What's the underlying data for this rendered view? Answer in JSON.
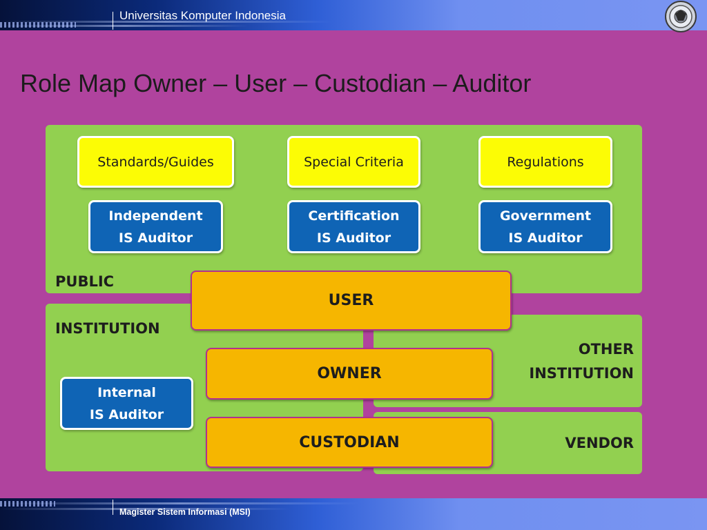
{
  "header": {
    "institution": "Universitas Komputer Indonesia"
  },
  "footer": {
    "program": "Magister Sistem Informasi (MSI)"
  },
  "slide": {
    "title": "Role Map Owner – User – Custodian – Auditor"
  },
  "diagram": {
    "guides": [
      "Standards/Guides",
      "Special Criteria",
      "Regulations"
    ],
    "auditors": [
      {
        "line1": "Independent",
        "line2": "IS Auditor"
      },
      {
        "line1": "Certification",
        "line2": "IS Auditor"
      },
      {
        "line1": "Government",
        "line2": "IS Auditor"
      }
    ],
    "internal_auditor": {
      "line1": "Internal",
      "line2": "IS Auditor"
    },
    "areas": {
      "public": "PUBLIC",
      "institution": "INSTITUTION",
      "other_line1": "OTHER",
      "other_line2": "INSTITUTION",
      "vendor": "VENDOR"
    },
    "roles": {
      "user": "USER",
      "owner": "OWNER",
      "custodian": "CUSTODIAN"
    }
  },
  "colors": {
    "slide_bg": "#b0439e",
    "panel_green": "#92d050",
    "role_gold": "#f6b600",
    "guide_yellow": "#fcfc05",
    "auditor_blue": "#0f64b5"
  },
  "icons": {
    "logo": "university-seal-icon"
  }
}
